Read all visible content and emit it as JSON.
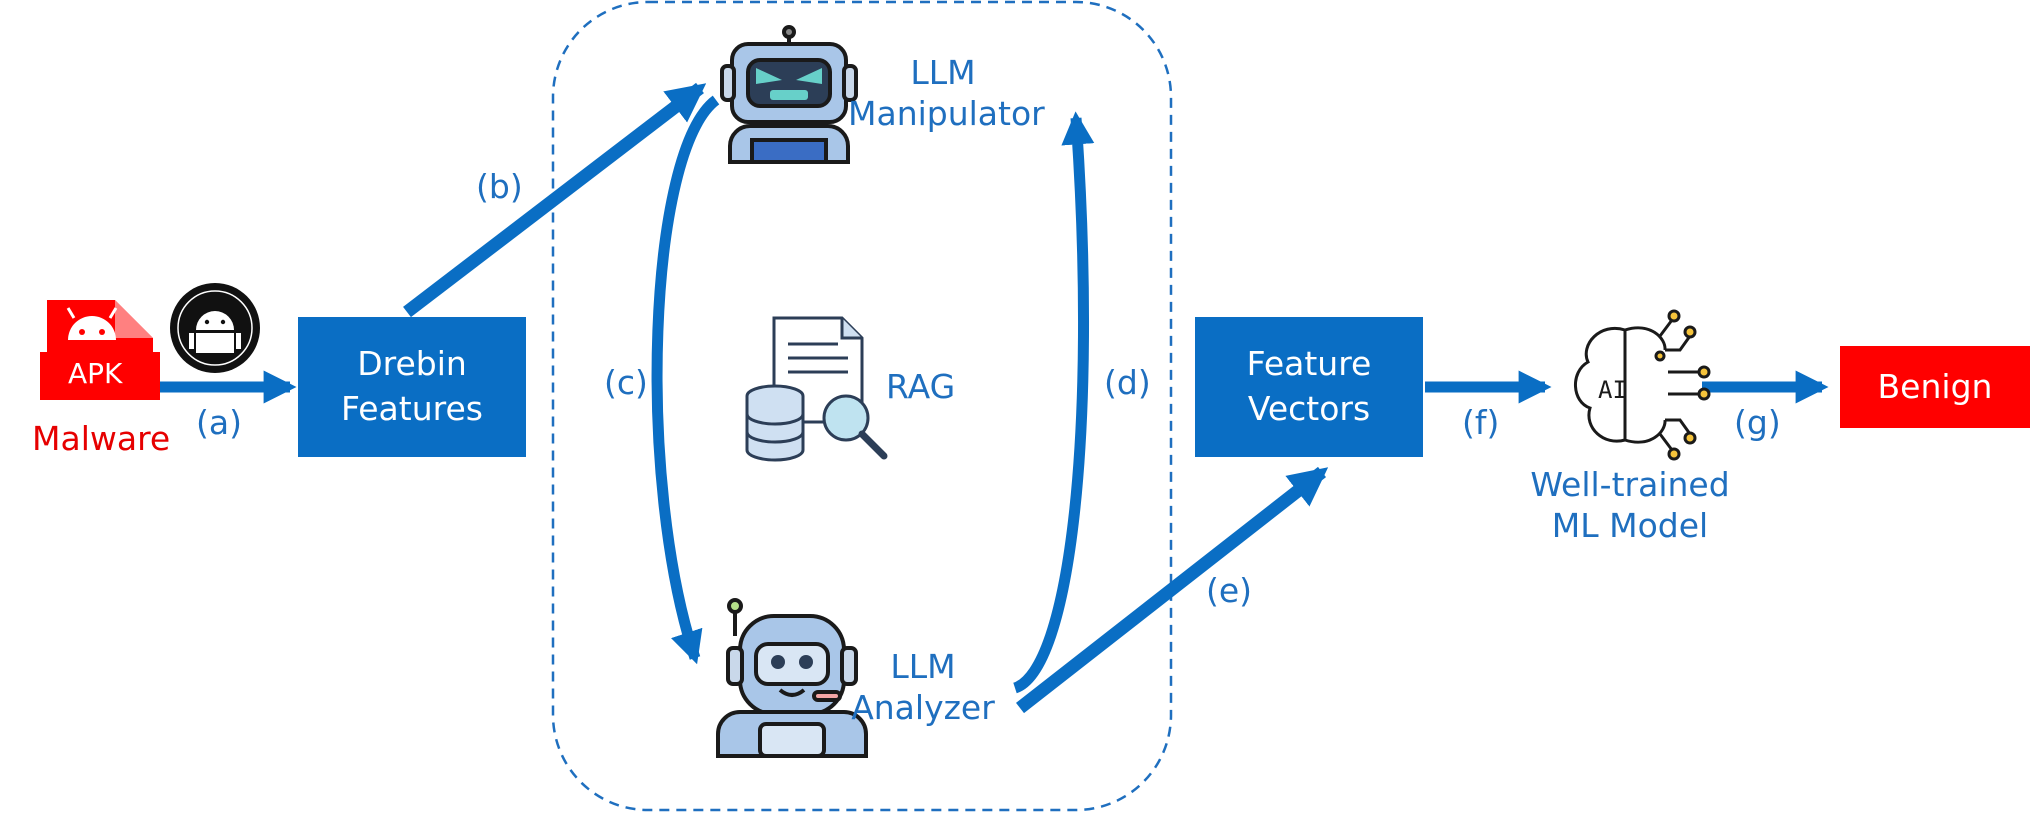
{
  "colors": {
    "primary_blue": "#0A6EC4",
    "label_blue": "#1F6FBF",
    "malware_red": "#E60000",
    "benign_red": "#FF0000"
  },
  "nodes": {
    "apk_icon": {
      "text": "APK",
      "icon": "apk-file-icon"
    },
    "androguard_logo": {
      "icon": "androguard-logo"
    },
    "malware_label": "Malware",
    "drebin_features": {
      "line1": "Drebin",
      "line2": "Features"
    },
    "llm_manipulator": {
      "line1": "LLM",
      "line2": "Manipulator",
      "icon": "angry-robot-icon"
    },
    "rag": {
      "label": "RAG",
      "icon": "document-database-search-icon"
    },
    "llm_analyzer": {
      "line1": "LLM",
      "line2": "Analyzer",
      "icon": "headset-robot-icon"
    },
    "feature_vectors": {
      "line1": "Feature",
      "line2": "Vectors"
    },
    "ml_model": {
      "line1": "Well-trained",
      "line2": "ML Model",
      "icon": "ai-brain-circuit-icon"
    },
    "benign": "Benign"
  },
  "edges": {
    "a": "(a)",
    "b": "(b)",
    "c": "(c)",
    "d": "(d)",
    "e": "(e)",
    "f": "(f)",
    "g": "(g)"
  }
}
